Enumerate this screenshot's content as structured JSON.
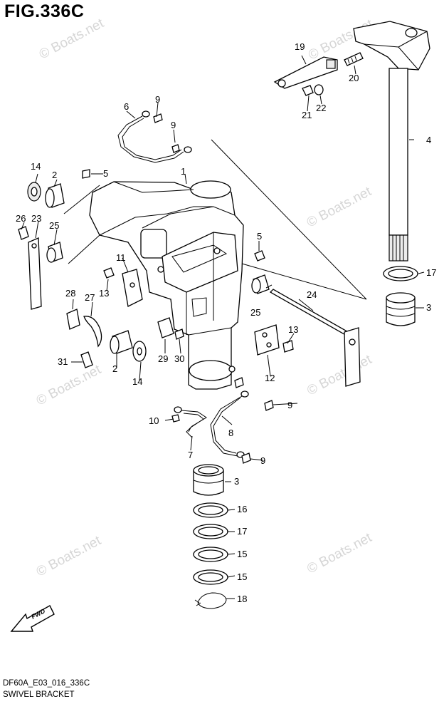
{
  "figure": {
    "title": "FIG.336C",
    "code": "DF60A_E03_016_336C",
    "name": "SWIVEL BRACKET"
  },
  "watermark": {
    "text": "© Boats.net",
    "color": "#d6d6d6"
  },
  "fwd_label": "FWD",
  "callouts": [
    "1",
    "2",
    "2",
    "3",
    "3",
    "4",
    "5",
    "5",
    "6",
    "7",
    "8",
    "9",
    "9",
    "9",
    "9",
    "10",
    "11",
    "12",
    "13",
    "13",
    "14",
    "14",
    "15",
    "15",
    "16",
    "17",
    "17",
    "18",
    "19",
    "20",
    "21",
    "22",
    "23",
    "24",
    "25",
    "25",
    "26",
    "27",
    "28",
    "29",
    "30",
    "31"
  ]
}
